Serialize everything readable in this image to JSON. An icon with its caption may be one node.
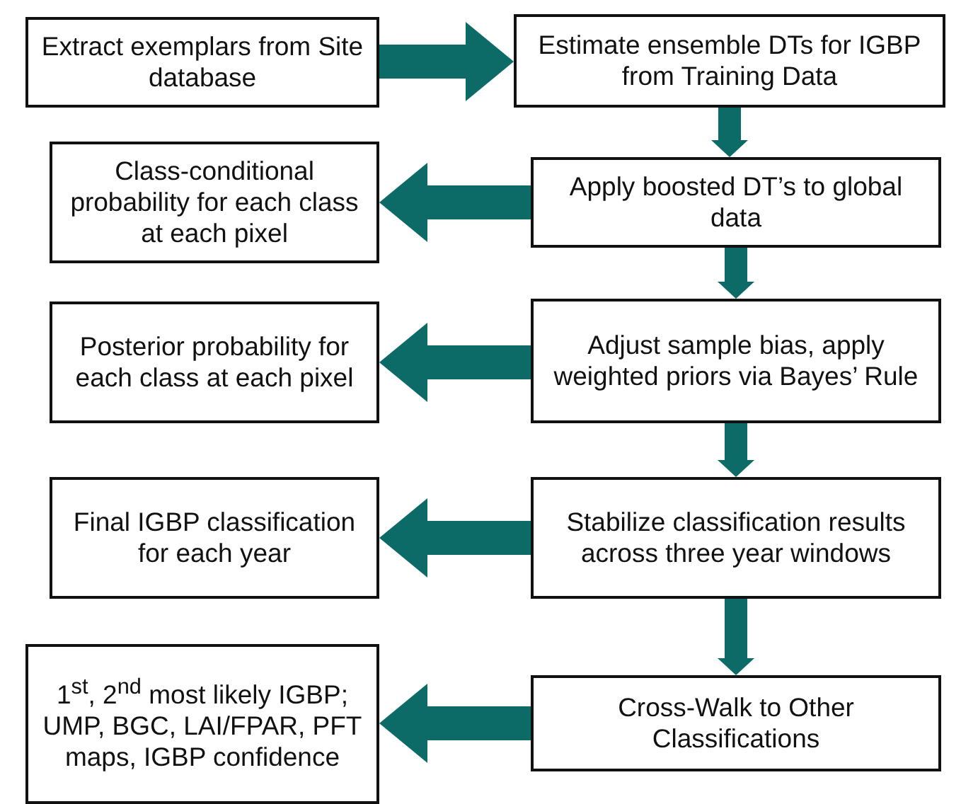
{
  "diagram": {
    "nodes": [
      {
        "text": [
          "Extract exemplars from Site database"
        ]
      },
      {
        "text": [
          "Estimate ensemble DTs for IGBP from Training Data"
        ]
      },
      {
        "text": [
          "Class-conditional probability for each class at each pixel"
        ]
      },
      {
        "text": [
          "Apply boosted DT’s to global data"
        ]
      },
      {
        "text": [
          "Posterior probability for each class at each pixel"
        ]
      },
      {
        "text": [
          "Adjust sample bias, apply weighted priors via Bayes’ Rule"
        ]
      },
      {
        "text": [
          "Final IGBP classification for each year"
        ]
      },
      {
        "text": [
          "Stabilize classification results across three year windows"
        ]
      },
      {
        "text": [
          "1$^{st}$, 2$^{nd}$ most likely IGBP; UMP, BGC, LAI/FPAR, PFT maps, IGBP confidence"
        ]
      },
      {
        "text": [
          "Cross-Walk to Other Classifications"
        ]
      }
    ],
    "edges": [
      {
        "from": 0,
        "to": 1,
        "arrow": "to"
      },
      {
        "from": 1,
        "to": 3,
        "arrow": "to"
      },
      {
        "from": 3,
        "to": 2,
        "arrow": "to"
      },
      {
        "from": 3,
        "to": 5,
        "arrow": "to"
      },
      {
        "from": 5,
        "to": 4,
        "arrow": "to"
      },
      {
        "from": 5,
        "to": 7,
        "arrow": "to"
      },
      {
        "from": 7,
        "to": 6,
        "arrow": "to"
      },
      {
        "from": 7,
        "to": 9,
        "arrow": "to"
      },
      {
        "from": 9,
        "to": 8,
        "arrow": "to"
      }
    ]
  }
}
